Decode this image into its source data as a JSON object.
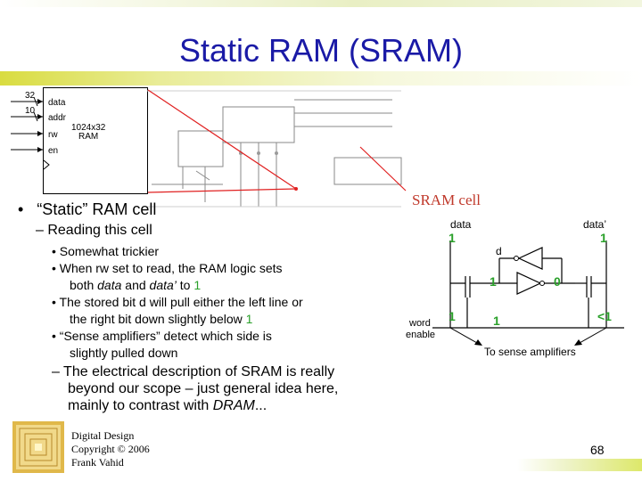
{
  "title": "Static RAM (SRAM)",
  "ram_block": {
    "data_width": "32",
    "addr_width": "10",
    "data_label": "data",
    "addr_label": "addr",
    "rw_label": "rw",
    "en_label": "en",
    "ram_label_1": "1024x32",
    "ram_label_2": "RAM"
  },
  "bullets": {
    "b1": "“Static” RAM cell",
    "s1": "– Reading this cell",
    "i1": "• Somewhat trickier",
    "i2_a": "• When rw set to read, the RAM logic sets",
    "i2_b_1": "both ",
    "i2_b_data": "data",
    "i2_b_2": " and ",
    "i2_b_datap": "data’",
    "i2_b_3": " to ",
    "i2_b_val": "1",
    "i3_a": "• The stored bit d will pull either the left line or",
    "i3_b_1": "the right bit down slightly below ",
    "i3_b_val": "1",
    "i4_a": "• “Sense amplifiers” detect which side is",
    "i4_b": "slightly pulled down",
    "s2_a": "– The electrical description of SRAM is really",
    "s2_b": "beyond our scope – just general idea here,",
    "s2_c_1": "mainly to contrast with ",
    "s2_c_dram": "DRAM",
    "s2_c_2": "..."
  },
  "sram_cell": {
    "title": "SRAM cell",
    "data_label": "data",
    "data_prime_label": "data’",
    "data_val": "1",
    "data_prime_val": "1",
    "d_label": "d",
    "left_node_val": "1",
    "right_node_val": "0",
    "word_label_1": "word",
    "word_label_2": "enable",
    "word_val": "1",
    "mid_val": "1",
    "right_line_val": "<1",
    "sense_label": "To sense amplifiers"
  },
  "footer": {
    "line1": "Digital Design",
    "line2": "Copyright © 2006",
    "line3": "Frank Vahid",
    "page": "68"
  },
  "colors": {
    "title": "#1a1aa6",
    "accent_green": "#2aa02a",
    "sram_title": "#c0392b",
    "callout_red": "#e02020"
  }
}
